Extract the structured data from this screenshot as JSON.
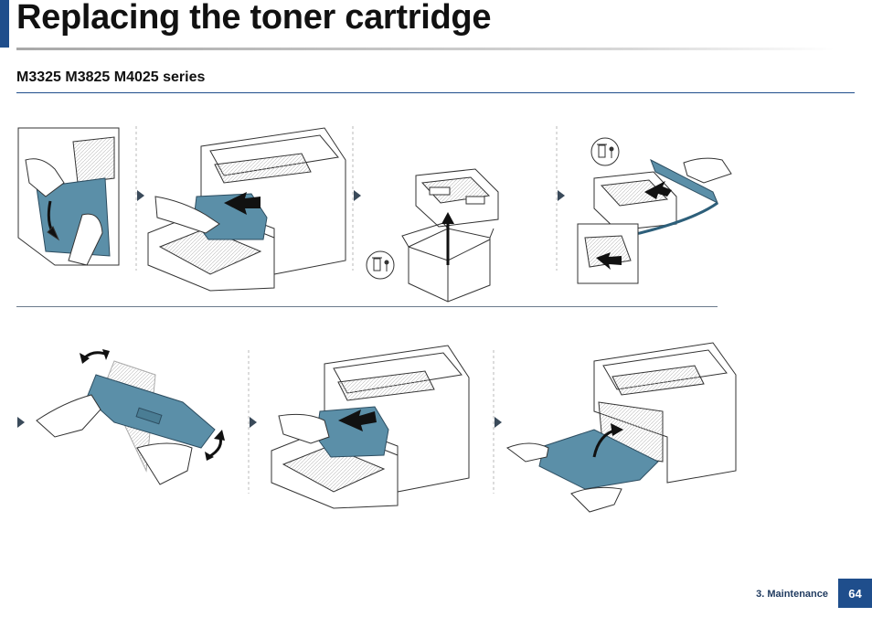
{
  "page": {
    "title": "Replacing the toner cartridge",
    "section": "M3325 M3825 M4025 series",
    "footer": {
      "chapter": "3. Maintenance",
      "page_number": "64"
    }
  },
  "illustrations": {
    "row1": [
      "open-front-cover",
      "pull-out-old-toner",
      "dispose-old-toner",
      "unpack-new-toner"
    ],
    "row2": [
      "shake-new-toner",
      "insert-new-toner",
      "close-front-cover"
    ]
  },
  "icons": [
    "recycle-disposal-icon",
    "arrow-right-icon"
  ],
  "colors": {
    "accent": "#1f4e8c",
    "toner_teal": "#5b8fa8"
  }
}
